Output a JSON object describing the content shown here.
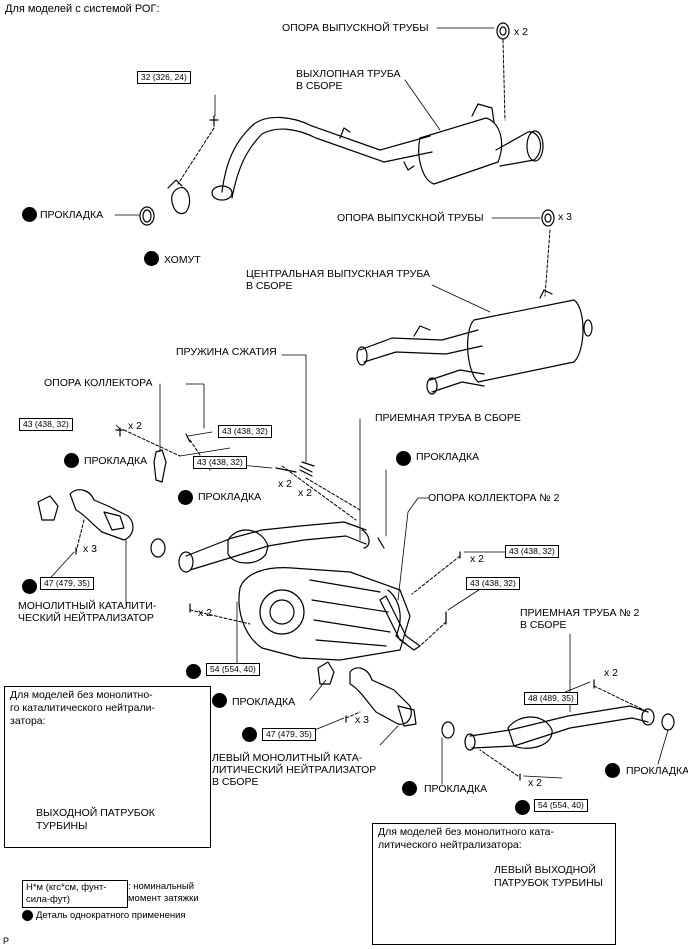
{
  "header": "Для моделей с системой РОГ:",
  "footer_code": "P",
  "labels": {
    "exhaust_mount_top": "ОПОРА ВЫПУСКНОЙ ТРУБЫ",
    "tailpipe_assy": "ВЫХЛОПНАЯ ТРУБА\nВ СБОРЕ",
    "gasket_1": "ПРОКЛАДКА",
    "clamp": "ХОМУТ",
    "exhaust_mount_mid": "ОПОРА ВЫПУСКНОЙ ТРУБЫ",
    "center_pipe_assy": "ЦЕНТРАЛЬНАЯ ВЫПУСКНАЯ ТРУБА\nВ СБОРЕ",
    "compression_spring": "ПРУЖИНА СЖАТИЯ",
    "manifold_stay": "ОПОРА КОЛЛЕКТОРА",
    "front_pipe_assy": "ПРИЕМНАЯ ТРУБА В СБОРЕ",
    "gasket_left": "ПРОКЛАДКА",
    "gasket_front_pipe": "ПРОКЛАДКА",
    "gasket_conv": "ПРОКЛАДКА",
    "manifold_stay_2": "ОПОРА КОЛЛЕКТОРА № 2",
    "monolithic_converter": "МОНОЛИТНЫЙ КАТАЛИТИ-\nЧЕСКИЙ НЕЙТРАЛИЗАТОР",
    "front_pipe_2_assy": "ПРИЕМНАЯ ТРУБА № 2\nВ СБОРЕ",
    "gasket_lower": "ПРОКЛАДКА",
    "left_converter_assy": "ЛЕВЫЙ МОНОЛИТНЫЙ КАТА-\nЛИТИЧЕСКИЙ НЕЙТРАЛИЗАТОР\nВ СБОРЕ",
    "gasket_bottom": "ПРОКЛАДКА",
    "gasket_right": "ПРОКЛАДКА"
  },
  "torques": {
    "t_32": "32 (326, 24)",
    "t_43_a": "43 (438, 32)",
    "t_43_b": "43 (438, 32)",
    "t_43_c": "43 (438, 32)",
    "t_43_d": "43 (438, 32)",
    "t_43_e": "43 (438, 32)",
    "t_47_a": "47 (479, 35)",
    "t_47_b": "47 (479, 35)",
    "t_54_a": "54 (554, 40)",
    "t_54_b": "54 (554, 40)",
    "t_48": "48 (489, 35)"
  },
  "quantities": {
    "q_top_mount": "x 2",
    "q_mid_mount": "x 3",
    "q_stay": "x 2",
    "q_spring_1": "x 2",
    "q_spring_2": "x 2",
    "q_conv_nut": "x 3",
    "q_54_bolt": "x 2",
    "q_stay2_nut": "x 2",
    "q_left_conv_nut": "x 3",
    "q_48_bolt": "x 2",
    "q_54_b_bolt": "x 2"
  },
  "notes": {
    "no_monolithic_left": "Для моделей без монолитно-\nго каталитического нейтрали-\nзатора:",
    "turbine_outlet": "ВЫХОДНОЙ ПАТРУБОК\nТУРБИНЫ",
    "no_monolithic_right": "Для моделей без монолитного ката-\nлитического нейтрализатора:",
    "left_turbine_outlet": "ЛЕВЫЙ ВЫХОДНОЙ\nПАТРУБОК ТУРБИНЫ"
  },
  "legend": {
    "torque_units": "Н*м (кгс*см, фунт-\nсила-фут)",
    "torque_desc": ": номинальный\nмомент затяжки",
    "single_use": "Деталь однократного применения"
  }
}
